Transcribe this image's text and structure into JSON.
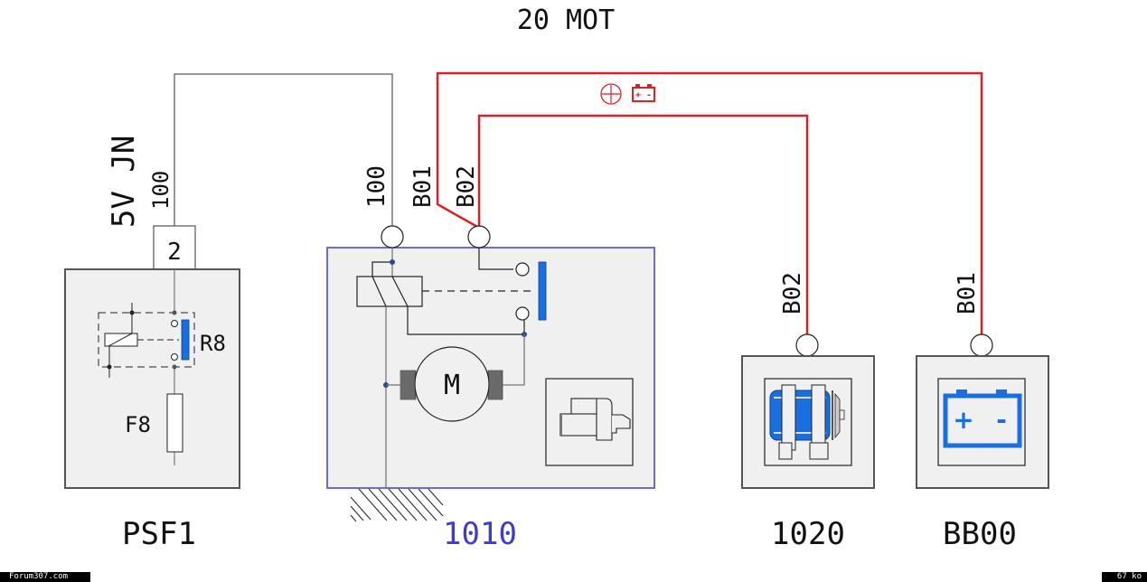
{
  "title": "20 MOT",
  "colors": {
    "wire_power": "#dd1f26",
    "wire_signal": "#777777",
    "contact_blue": "#1a6fe0",
    "module_label_blue": "#3d3dc8",
    "box_fill": "#f0f0f0"
  },
  "supply_legend": {
    "symbols": [
      "plus-circle-icon",
      "battery-icon"
    ],
    "plus": "+",
    "battery_text": "+ -"
  },
  "components": {
    "psf1": {
      "name": "PSF1",
      "connector_pin": "2",
      "wire_label": "100",
      "signal_label": "5V JN",
      "relay_label": "R8",
      "fuse_label": "F8"
    },
    "starter": {
      "name": "1010",
      "wire_labels": [
        "100",
        "B01",
        "B02"
      ],
      "motor_label": "M",
      "icon": "starter-motor-icon"
    },
    "alternator": {
      "name": "1020",
      "wire_label": "B02",
      "icon": "alternator-icon"
    },
    "battery": {
      "name": "BB00",
      "wire_label": "B01",
      "icon": "battery-icon",
      "plus": "+",
      "minus": "-"
    }
  },
  "footer": {
    "site": "Forum307.com",
    "size": "67 ko"
  }
}
